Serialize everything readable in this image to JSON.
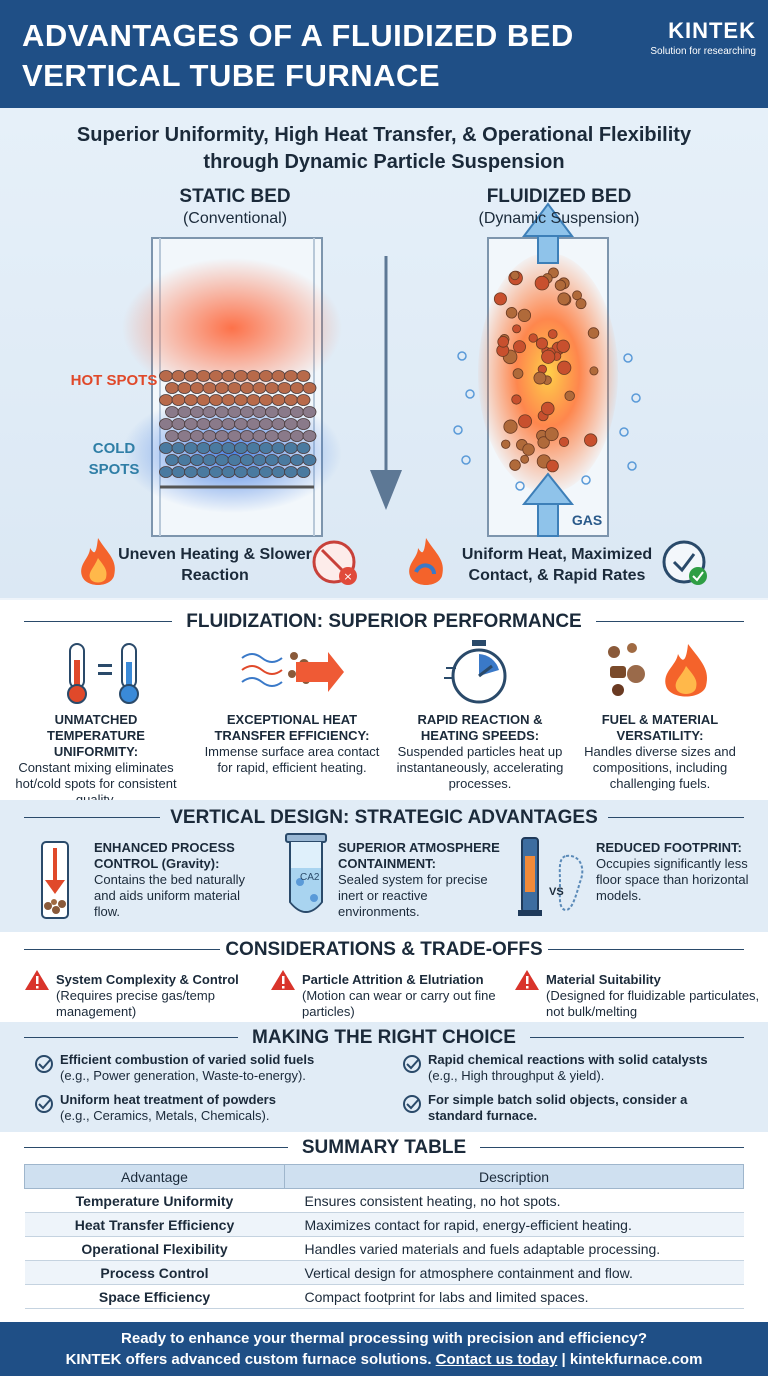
{
  "header": {
    "title": "ADVANTAGES OF A FLUIDIZED BED VERTICAL TUBE FURNACE",
    "brand": "KINTEK",
    "brand_tagline": "Solution for researching"
  },
  "hero": {
    "subtitle": "Superior Uniformity, High Heat Transfer, & Operational Flexibility through Dynamic Particle Suspension",
    "static": {
      "title": "STATIC BED",
      "subtitle": "(Conventional)",
      "hot_label": "HOT SPOTS",
      "cold_label": "COLD SPOTS",
      "caption": "Uneven Heating & Slower Reaction"
    },
    "fluidized": {
      "title": "FLUIDIZED BED",
      "subtitle": "(Dynamic Suspension)",
      "gas_label": "GAS",
      "caption": "Uniform Heat, Maximized Contact, & Rapid Rates"
    }
  },
  "performance": {
    "heading": "FLUIDIZATION: SUPERIOR PERFORMANCE",
    "items": [
      {
        "title": "UNMATCHED TEMPERATURE UNIFORMITY:",
        "text": "Constant mixing eliminates hot/cold spots for consistent quality.",
        "icon": "thermometer-icon"
      },
      {
        "title": "EXCEPTIONAL HEAT TRANSFER EFFICIENCY:",
        "text": "Immense surface area contact for rapid, efficient heating.",
        "icon": "heat-transfer-icon"
      },
      {
        "title": "RAPID REACTION & HEATING SPEEDS:",
        "text": "Suspended particles heat up instantaneously, accelerating processes.",
        "icon": "stopwatch-icon"
      },
      {
        "title": "FUEL & MATERIAL VERSATILITY:",
        "text": "Handles diverse sizes and compositions, including challenging fuels.",
        "icon": "fuel-icon"
      }
    ]
  },
  "vertical": {
    "heading": "VERTICAL DESIGN: STRATEGIC ADVANTAGES",
    "items": [
      {
        "title": "ENHANCED PROCESS CONTROL (Gravity):",
        "text": "Contains the bed naturally and aids uniform material flow.",
        "icon": "gravity-tube-icon"
      },
      {
        "title": "SUPERIOR ATMOSPHERE CONTAINMENT:",
        "text": "Sealed system for precise inert or reactive environments.",
        "icon": "test-tube-icon"
      },
      {
        "title": "REDUCED FOOTPRINT:",
        "text": "Occupies significantly less floor space than horizontal models.",
        "icon": "footprint-icon"
      }
    ],
    "co2": "CA2",
    "vs": "VS"
  },
  "considerations": {
    "heading": "CONSIDERATIONS & TRADE-OFFS",
    "items": [
      {
        "title": "System Complexity & Control",
        "text": "(Requires precise gas/temp management)"
      },
      {
        "title": "Particle Attrition & Elutriation",
        "text": "(Motion can wear or carry out fine particles)"
      },
      {
        "title": "Material Suitability",
        "text": "(Designed for fluidizable particulates, not bulk/melting"
      }
    ]
  },
  "choice": {
    "heading": "MAKING THE RIGHT CHOICE",
    "items": [
      {
        "title": "Efficient combustion of varied solid fuels",
        "text": "(e.g., Power generation, Waste-to-energy)."
      },
      {
        "title": "Rapid chemical reactions with solid catalysts",
        "text": "(e.g., High throughput & yield)."
      },
      {
        "title": "Uniform heat treatment of powders",
        "text": "(e.g., Ceramics, Metals, Chemicals)."
      },
      {
        "title": "For simple batch solid objects, consider a",
        "text": "standard furnace."
      }
    ]
  },
  "summary": {
    "heading": "SUMMARY TABLE",
    "col_advantage": "Advantage",
    "col_description": "Description",
    "rows": [
      {
        "advantage": "Temperature Uniformity",
        "description": "Ensures consistent heating, no hot spots."
      },
      {
        "advantage": "Heat Transfer Efficiency",
        "description": "Maximizes contact for rapid, energy-efficient heating."
      },
      {
        "advantage": "Operational Flexibility",
        "description": "Handles varied materials and fuels adaptable processing."
      },
      {
        "advantage": "Process Control",
        "description": "Vertical design for atmosphere containment and flow."
      },
      {
        "advantage": "Space Efficiency",
        "description": "Compact footprint for labs and limited spaces."
      }
    ]
  },
  "footer": {
    "line1": "Ready to enhance your thermal processing with precision and efficiency?",
    "line2_prefix": "KINTEK offers advanced custom furnace solutions. ",
    "link": "Contact us today",
    "line2_suffix": " | kintekfurnace.com"
  },
  "colors": {
    "navy": "#1f4f86",
    "hot": "#e0492a",
    "cold": "#2f7ea6",
    "warning": "#d9342b",
    "check": "#2f9e44"
  }
}
